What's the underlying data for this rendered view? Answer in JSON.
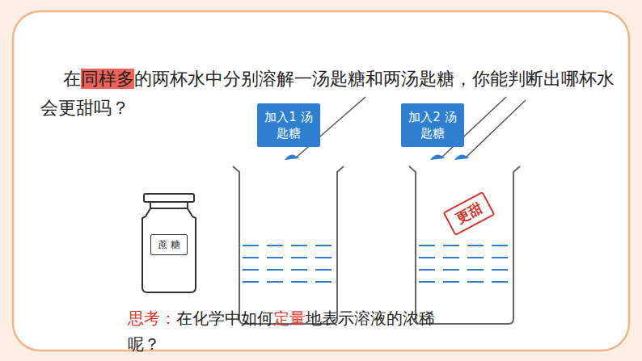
{
  "diagram": {
    "nodes": [
      {
        "text": [
          "加入1 汤匙糖"
        ]
      },
      {
        "text": [
          "加入2 汤匙糖"
        ]
      },
      {
        "text": [
          "蔗 糖"
        ]
      },
      {
        "text": [
          "更甜"
        ]
      }
    ],
    "labels": [
      "在",
      "同样多",
      "的两杯水中分别溶解一汤匙糖和两汤匙糖，你能判断出哪杯水会更甜吗？",
      "思考：",
      "在化学中如何",
      "定量",
      "地表示溶液的浓稀呢？"
    ]
  }
}
